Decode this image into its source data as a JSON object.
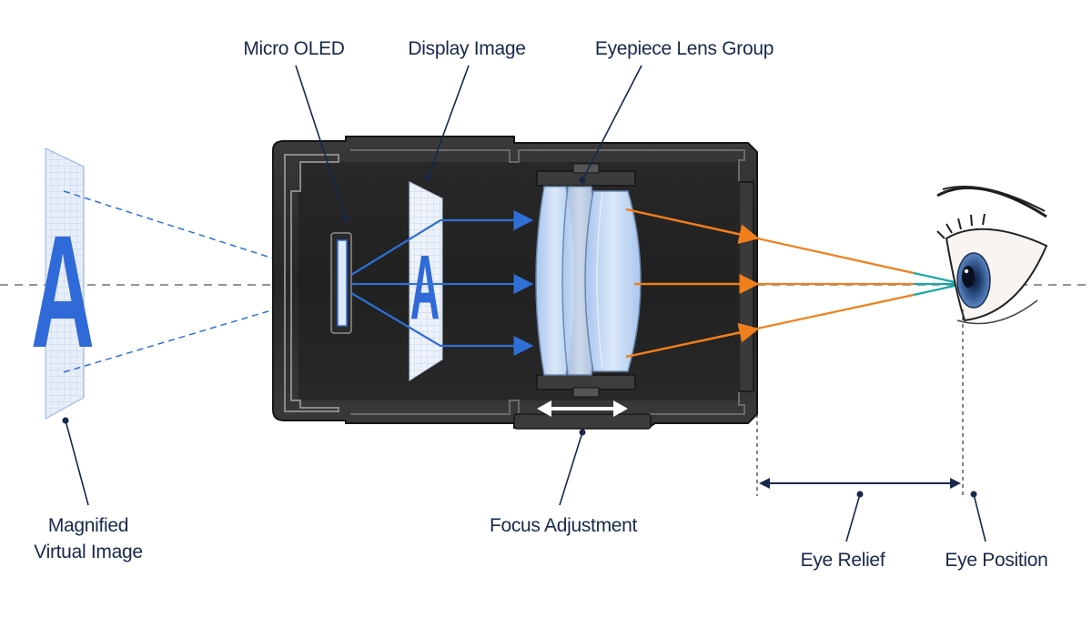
{
  "labels": {
    "micro_oled": "Micro OLED",
    "display_image": "Display Image",
    "eyepiece_lens_group": "Eyepiece Lens Group",
    "magnified_virtual_image_line1": "Magnified",
    "magnified_virtual_image_line2": "Virtual Image",
    "focus_adjustment": "Focus Adjustment",
    "eye_relief": "Eye Relief",
    "eye_position": "Eye Position"
  },
  "image_glyph": {
    "virtual_image_letter": "A",
    "display_image_letter": "A"
  },
  "colors": {
    "label_text": "#17284a",
    "leader_line": "#17284a",
    "housing_dark": "#2b2b2b",
    "housing_outline": "#4a4a4a",
    "blue_rays": "#2f6fd6",
    "orange_rays": "#f07f1c",
    "teal_rays": "#1aa7a7",
    "lens_glass": "#bcd3f0",
    "optical_axis": "#555555"
  },
  "icons": {
    "focus_arrow": "double-headed-arrow-icon",
    "eye": "eye-icon"
  }
}
